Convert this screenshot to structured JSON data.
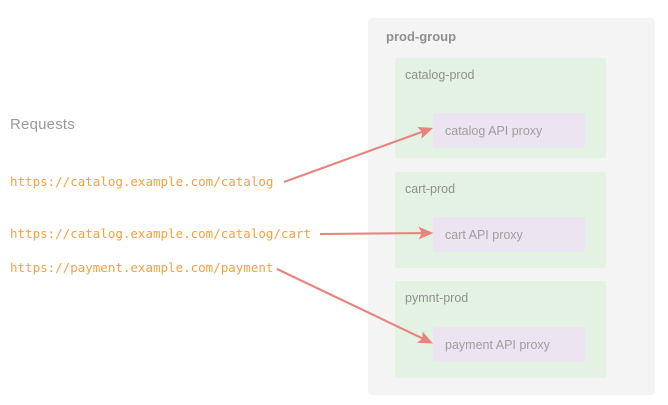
{
  "left": {
    "section_label": "Requests",
    "requests": [
      {
        "url": "https://catalog.example.com/catalog"
      },
      {
        "url": "https://catalog.example.com/catalog/cart"
      },
      {
        "url": "https://payment.example.com/payment"
      }
    ]
  },
  "group": {
    "title": "prod-group",
    "environments": [
      {
        "name": "catalog-prod",
        "proxy": "catalog API proxy"
      },
      {
        "name": "cart-prod",
        "proxy": "cart API proxy"
      },
      {
        "name": "pymnt-prod",
        "proxy": "payment API proxy"
      }
    ]
  },
  "arrows": [
    {
      "name": "arrow-catalog",
      "from_request": 0,
      "to_environment": 0
    },
    {
      "name": "arrow-cart",
      "from_request": 1,
      "to_environment": 1
    },
    {
      "name": "arrow-payment",
      "from_request": 2,
      "to_environment": 2
    }
  ],
  "colors": {
    "url_text": "#f5a142",
    "panel_bg": "#f4f4f4",
    "env_bg": "#e4f2e3",
    "proxy_bg": "#ede4f2",
    "label_text": "#8f8f8f",
    "arrow": "#e8847f",
    "page_bg": "#ffffff"
  }
}
